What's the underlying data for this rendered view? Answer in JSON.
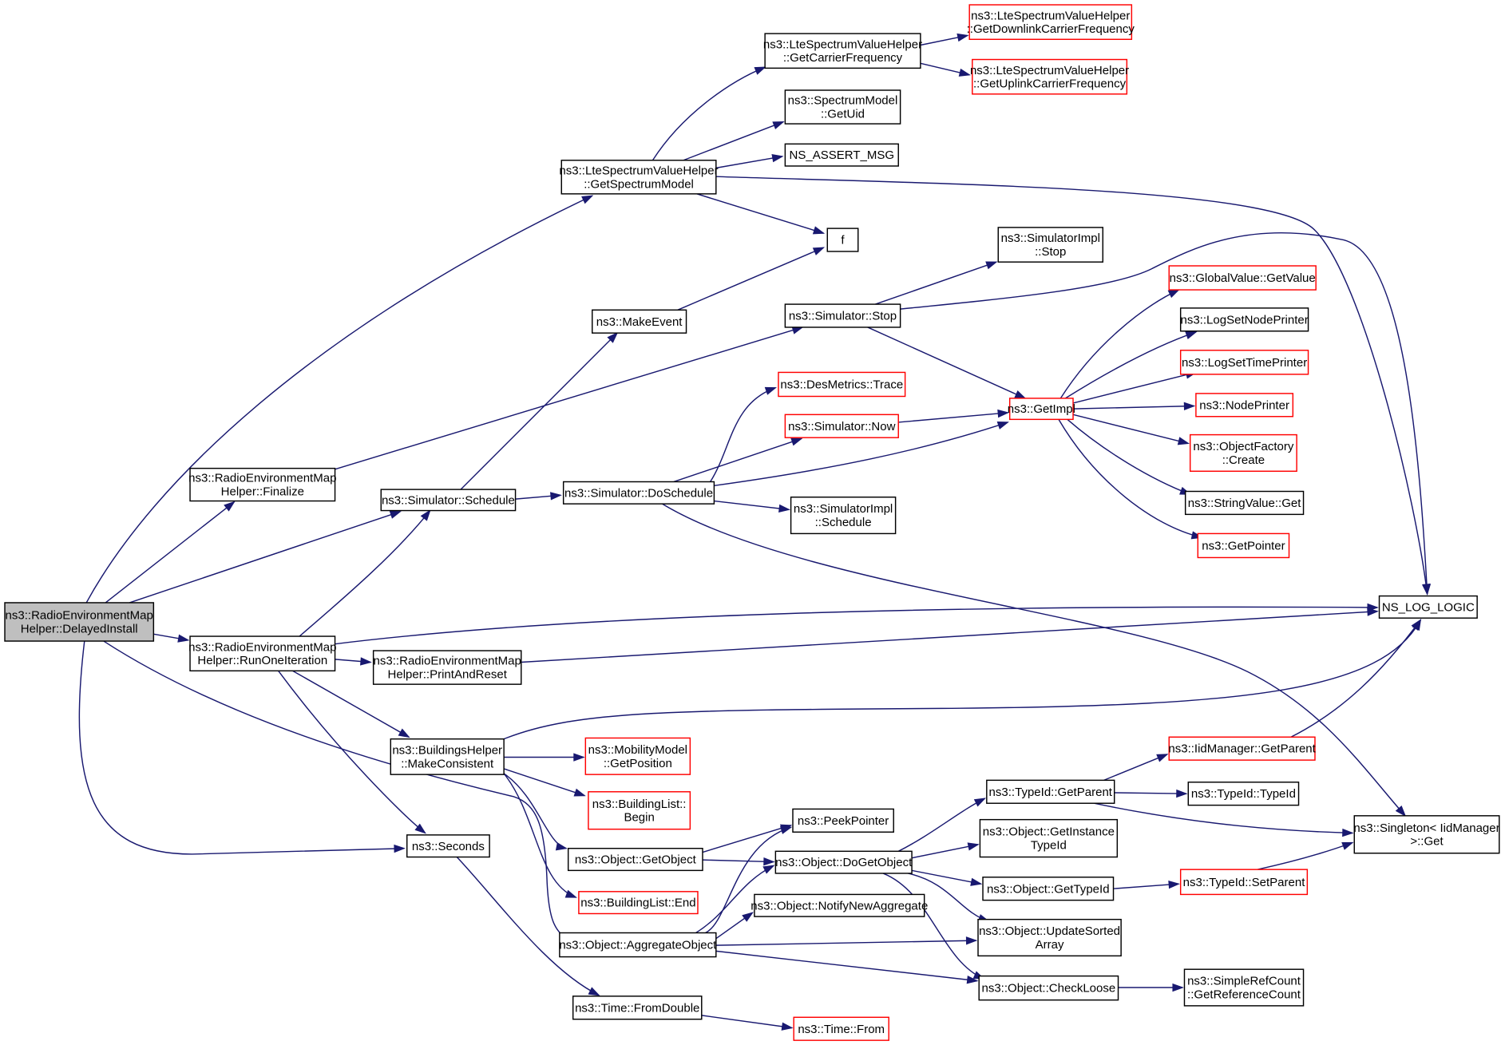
{
  "colors": {
    "edge": "#191970",
    "node_border": "#000000",
    "node_border_undocumented": "#ff0000",
    "root_fill": "#bfbfbf"
  },
  "nodes": [
    {
      "id": "root",
      "lines": [
        "ns3::RadioEnvironmentMap",
        "Helper::DelayedInstall"
      ]
    },
    {
      "id": "finalize",
      "lines": [
        "ns3::RadioEnvironmentMap",
        "Helper::Finalize"
      ]
    },
    {
      "id": "runone",
      "lines": [
        "ns3::RadioEnvironmentMap",
        "Helper::RunOneIteration"
      ]
    },
    {
      "id": "printreset",
      "lines": [
        "ns3::RadioEnvironmentMap",
        "Helper::PrintAndReset"
      ]
    },
    {
      "id": "getspectrum",
      "lines": [
        "ns3::LteSpectrumValueHelper",
        "::GetSpectrumModel"
      ]
    },
    {
      "id": "getcarrier",
      "lines": [
        "ns3::LteSpectrumValueHelper",
        "::GetCarrierFrequency"
      ]
    },
    {
      "id": "getdownlink",
      "lines": [
        "ns3::LteSpectrumValueHelper",
        "::GetDownlinkCarrierFrequency"
      ]
    },
    {
      "id": "getuplink",
      "lines": [
        "ns3::LteSpectrumValueHelper",
        "::GetUplinkCarrierFrequency"
      ]
    },
    {
      "id": "getuid",
      "lines": [
        "ns3::SpectrumModel",
        "::GetUid"
      ]
    },
    {
      "id": "assertmsg",
      "lines": [
        "NS_ASSERT_MSG"
      ]
    },
    {
      "id": "f",
      "lines": [
        "f"
      ]
    },
    {
      "id": "makeevent",
      "lines": [
        "ns3::MakeEvent"
      ]
    },
    {
      "id": "simstop",
      "lines": [
        "ns3::Simulator::Stop"
      ]
    },
    {
      "id": "implstop",
      "lines": [
        "ns3::SimulatorImpl",
        "::Stop"
      ]
    },
    {
      "id": "schedule",
      "lines": [
        "ns3::Simulator::Schedule"
      ]
    },
    {
      "id": "doschedule",
      "lines": [
        "ns3::Simulator::DoSchedule"
      ]
    },
    {
      "id": "desmetrics",
      "lines": [
        "ns3::DesMetrics::Trace"
      ]
    },
    {
      "id": "now",
      "lines": [
        "ns3::Simulator::Now"
      ]
    },
    {
      "id": "implschedule",
      "lines": [
        "ns3::SimulatorImpl",
        "::Schedule"
      ]
    },
    {
      "id": "getimpl",
      "lines": [
        "ns3::GetImpl"
      ]
    },
    {
      "id": "gvgetvalue",
      "lines": [
        "ns3::GlobalValue::GetValue"
      ]
    },
    {
      "id": "lognode",
      "lines": [
        "ns3::LogSetNodePrinter"
      ]
    },
    {
      "id": "logtime",
      "lines": [
        "ns3::LogSetTimePrinter"
      ]
    },
    {
      "id": "nodeprinter",
      "lines": [
        "ns3::NodePrinter"
      ]
    },
    {
      "id": "ofcreate",
      "lines": [
        "ns3::ObjectFactory",
        "::Create"
      ]
    },
    {
      "id": "svget",
      "lines": [
        "ns3::StringValue::Get"
      ]
    },
    {
      "id": "getpointer",
      "lines": [
        "ns3::GetPointer"
      ]
    },
    {
      "id": "nslog",
      "lines": [
        "NS_LOG_LOGIC"
      ]
    },
    {
      "id": "makeconsistent",
      "lines": [
        "ns3::BuildingsHelper",
        "::MakeConsistent"
      ]
    },
    {
      "id": "getposition",
      "lines": [
        "ns3::MobilityModel",
        "::GetPosition"
      ]
    },
    {
      "id": "blbegin",
      "lines": [
        "ns3::BuildingList::",
        "Begin"
      ]
    },
    {
      "id": "blend",
      "lines": [
        "ns3::BuildingList::End"
      ]
    },
    {
      "id": "seconds",
      "lines": [
        "ns3::Seconds"
      ]
    },
    {
      "id": "fromdouble",
      "lines": [
        "ns3::Time::FromDouble"
      ]
    },
    {
      "id": "timefrom",
      "lines": [
        "ns3::Time::From"
      ]
    },
    {
      "id": "getobject",
      "lines": [
        "ns3::Object::GetObject"
      ]
    },
    {
      "id": "peekpointer",
      "lines": [
        "ns3::PeekPointer"
      ]
    },
    {
      "id": "dogetobject",
      "lines": [
        "ns3::Object::DoGetObject"
      ]
    },
    {
      "id": "notifynew",
      "lines": [
        "ns3::Object::NotifyNewAggregate"
      ]
    },
    {
      "id": "aggregate",
      "lines": [
        "ns3::Object::AggregateObject"
      ]
    },
    {
      "id": "tidgetparent",
      "lines": [
        "ns3::TypeId::GetParent"
      ]
    },
    {
      "id": "getinstance",
      "lines": [
        "ns3::Object::GetInstance",
        "TypeId"
      ]
    },
    {
      "id": "gettypeid",
      "lines": [
        "ns3::Object::GetTypeId"
      ]
    },
    {
      "id": "updatesorted",
      "lines": [
        "ns3::Object::UpdateSorted",
        "Array"
      ]
    },
    {
      "id": "checkloose",
      "lines": [
        "ns3::Object::CheckLoose"
      ]
    },
    {
      "id": "iidgetparent",
      "lines": [
        "ns3::IidManager::GetParent"
      ]
    },
    {
      "id": "typeidctor",
      "lines": [
        "ns3::TypeId::TypeId"
      ]
    },
    {
      "id": "setparent",
      "lines": [
        "ns3::TypeId::SetParent"
      ]
    },
    {
      "id": "singleton",
      "lines": [
        "ns3::Singleton< IidManager",
        ">::Get"
      ]
    },
    {
      "id": "refcount",
      "lines": [
        "ns3::SimpleRefCount",
        "::GetReferenceCount"
      ]
    }
  ],
  "edges": [
    [
      "root",
      "getspectrum"
    ],
    [
      "root",
      "finalize"
    ],
    [
      "root",
      "schedule"
    ],
    [
      "root",
      "runone"
    ],
    [
      "root",
      "seconds"
    ],
    [
      "root",
      "aggregate"
    ],
    [
      "getspectrum",
      "getcarrier"
    ],
    [
      "getspectrum",
      "getuid"
    ],
    [
      "getspectrum",
      "assertmsg"
    ],
    [
      "getspectrum",
      "f"
    ],
    [
      "getspectrum",
      "nslog"
    ],
    [
      "getcarrier",
      "getdownlink"
    ],
    [
      "getcarrier",
      "getuplink"
    ],
    [
      "makeevent",
      "f"
    ],
    [
      "finalize",
      "simstop"
    ],
    [
      "simstop",
      "implstop"
    ],
    [
      "simstop",
      "nslog"
    ],
    [
      "simstop",
      "getimpl"
    ],
    [
      "schedule",
      "makeevent"
    ],
    [
      "schedule",
      "doschedule"
    ],
    [
      "doschedule",
      "desmetrics"
    ],
    [
      "doschedule",
      "now"
    ],
    [
      "doschedule",
      "getimpl"
    ],
    [
      "doschedule",
      "implschedule"
    ],
    [
      "doschedule",
      "singleton"
    ],
    [
      "now",
      "getimpl"
    ],
    [
      "getimpl",
      "gvgetvalue"
    ],
    [
      "getimpl",
      "lognode"
    ],
    [
      "getimpl",
      "logtime"
    ],
    [
      "getimpl",
      "nodeprinter"
    ],
    [
      "getimpl",
      "ofcreate"
    ],
    [
      "getimpl",
      "svget"
    ],
    [
      "getimpl",
      "getpointer"
    ],
    [
      "runone",
      "schedule"
    ],
    [
      "runone",
      "nslog"
    ],
    [
      "runone",
      "printreset"
    ],
    [
      "runone",
      "makeconsistent"
    ],
    [
      "runone",
      "seconds"
    ],
    [
      "printreset",
      "nslog"
    ],
    [
      "makeconsistent",
      "nslog"
    ],
    [
      "makeconsistent",
      "getposition"
    ],
    [
      "makeconsistent",
      "blbegin"
    ],
    [
      "makeconsistent",
      "getobject"
    ],
    [
      "makeconsistent",
      "blend"
    ],
    [
      "seconds",
      "fromdouble"
    ],
    [
      "fromdouble",
      "timefrom"
    ],
    [
      "getobject",
      "peekpointer"
    ],
    [
      "getobject",
      "dogetobject"
    ],
    [
      "aggregate",
      "peekpointer"
    ],
    [
      "aggregate",
      "dogetobject"
    ],
    [
      "aggregate",
      "notifynew"
    ],
    [
      "aggregate",
      "updatesorted"
    ],
    [
      "aggregate",
      "checkloose"
    ],
    [
      "dogetobject",
      "tidgetparent"
    ],
    [
      "dogetobject",
      "getinstance"
    ],
    [
      "dogetobject",
      "gettypeid"
    ],
    [
      "dogetobject",
      "updatesorted"
    ],
    [
      "dogetobject",
      "checkloose"
    ],
    [
      "tidgetparent",
      "iidgetparent"
    ],
    [
      "tidgetparent",
      "typeidctor"
    ],
    [
      "tidgetparent",
      "singleton"
    ],
    [
      "iidgetparent",
      "nslog"
    ],
    [
      "gettypeid",
      "setparent"
    ],
    [
      "setparent",
      "singleton"
    ],
    [
      "checkloose",
      "refcount"
    ]
  ]
}
